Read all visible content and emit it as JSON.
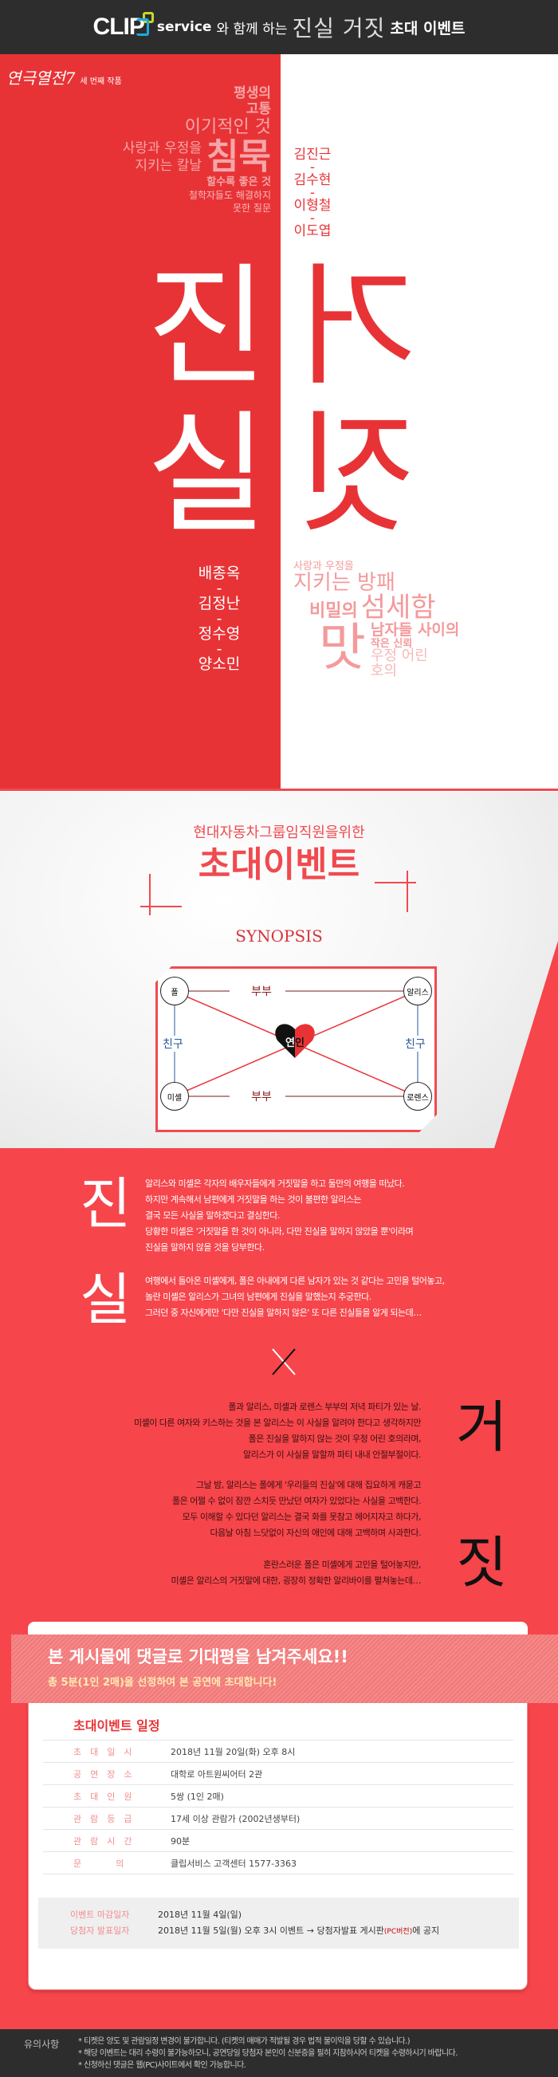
{
  "header": {
    "brand": "CLIP",
    "service": "service",
    "with": "와 함께 하는",
    "title": "진실 거짓",
    "event": "초대 이벤트"
  },
  "poster": {
    "logo": "연극열전7",
    "logo_sub": "세 번째 작품",
    "words_left": [
      "평생의",
      "고통",
      "이기적인 것",
      "사랑과 우정을",
      "지키는 칼날",
      "침묵",
      "할수록 좋은 것",
      "철학자들도 해결하지",
      "못한 질문"
    ],
    "cast_top": [
      "김진근",
      "김수현",
      "이형철",
      "이도엽"
    ],
    "title_left": [
      "진",
      "실"
    ],
    "title_right": [
      "거",
      "짓"
    ],
    "cast_bottom": [
      "배종옥",
      "김정난",
      "정수영",
      "양소민"
    ],
    "words_right": [
      "사랑과 우정을",
      "지키는 방패",
      "비밀의",
      "섬세함",
      "맛",
      "남자들 사이의",
      "작은 신뢰",
      "우정 어린",
      "호의"
    ],
    "dash": "-"
  },
  "intro": {
    "subtitle": "현대자동차그룹임직원을위한",
    "title": "초대이벤트",
    "synopsis": "SYNOPSIS"
  },
  "diagram": {
    "nodes": [
      "폴",
      "알리스",
      "미셸",
      "로렌스"
    ],
    "couple": "부부",
    "friend": "친구",
    "lovers": [
      "연",
      "인"
    ]
  },
  "truth": {
    "heading": [
      "진",
      "실"
    ],
    "p1": [
      "알리스와 미셸은 각자의 배우자들에게 거짓말을 하고 둘만의 여행을 떠났다.",
      "하지만 계속해서 남편에게 거짓말을 하는 것이 불편한 알리스는",
      "결국 모든 사실을 말하겠다고 결심한다.",
      "당황한 미셸은 '거짓말을 한 것이 아니라, 다만 진실을 말하지 않았을 뿐'이라며",
      "진실을 말하지 않을 것을 당부한다."
    ],
    "p2": [
      "여행에서 돌아온 미셸에게, 폴은 아내에게 다른 남자가 있는 것 같다는 고민을 털어놓고,",
      "놀란 미셸은 알리스가 그녀의 남편에게 진실을 말했는지 추궁한다.",
      "그러던 중 자신에게만 '다만 진실을 말하지 않은' 또 다른 진실들을 알게 되는데…"
    ]
  },
  "lie": {
    "heading": [
      "거",
      "짓"
    ],
    "p1": [
      "폴과 알리스, 미셸과 로렌스 부부의 저녁 파티가 있는 날.",
      "미셸이 다른 여자와 키스하는 것을 본 알리스는 이 사실을 알려야 한다고 생각하지만",
      "폴은 진실을 말하지 않는 것이 우정 어린 호의라며,",
      "알리스가 이 사실을 말할까 파티 내내 안절부절이다."
    ],
    "p2": [
      "그날 밤, 알리스는 폴에게 '우리들의 진실'에 대해 집요하게 캐묻고",
      "폴은 어쩔 수 없이 잠깐 스치듯 만났던 여자가 있었다는 사실을 고백한다.",
      "모두 이해할 수 있다던 알리스는 결국 화를 못참고 헤어지자고 하다가,",
      "다음날 아침 느닷없이 자신의 애인에 대해 고백하며 사과한다."
    ],
    "p3": [
      "혼란스러운 폴은 미셸에게 고민을 털어놓지만,",
      "미셸은 알리스의 거짓말에 대한, 굉장히 정확한 알리바이를 펼쳐놓는데…"
    ]
  },
  "banner": {
    "title": "본 게시물에 댓글로 기대평을 남겨주세요!!",
    "sub": "총 5분(1인 2매)을 선정하여 본 공연에 초대합니다!"
  },
  "schedule": {
    "title": "초대이벤트 일정",
    "rows": [
      {
        "label": "초대일시",
        "value": "2018년 11월 20일(화) 오후 8시"
      },
      {
        "label": "공연장소",
        "value": "대학로 아트원씨어터 2관"
      },
      {
        "label": "초대인원",
        "value": "5쌍 (1인 2매)"
      },
      {
        "label": "관람등급",
        "value": "17세 이상 관람가 (2002년생부터)"
      },
      {
        "label": "관람시간",
        "value": "90분"
      },
      {
        "label": "문  의",
        "value": "클립서비스 고객센터 1577-3363"
      }
    ],
    "deadline_label": "이벤트 마감일자",
    "deadline": "2018년 11월 4일(일)",
    "announce_label": "당첨자 발표일자",
    "announce": "2018년 11월 5일(월) 오후 3시 이벤트 → 당첨자발표 게시판",
    "announce_tag": "(PC버전)",
    "announce_end": "에 공지"
  },
  "footer": {
    "label": "유의사항",
    "notes": [
      "* 티켓은 양도 및 관람일정 변경이 불가합니다. (티켓의 매매가 적발될 경우 법적 불이익을 당할 수 있습니다.)",
      "* 해당 이벤트는 대리 수령이 불가능하오니, 공연당일 당첨자 본인이 신분증을 필히 지참하시어 티켓을 수령하시기 바랍니다.",
      "* 신청하신 댓글은 웹(PC)사이트에서 확인 가능합니다."
    ]
  },
  "colors": {
    "red": "#e83336",
    "coral": "#f6454b",
    "dark": "#2d2d2d"
  }
}
